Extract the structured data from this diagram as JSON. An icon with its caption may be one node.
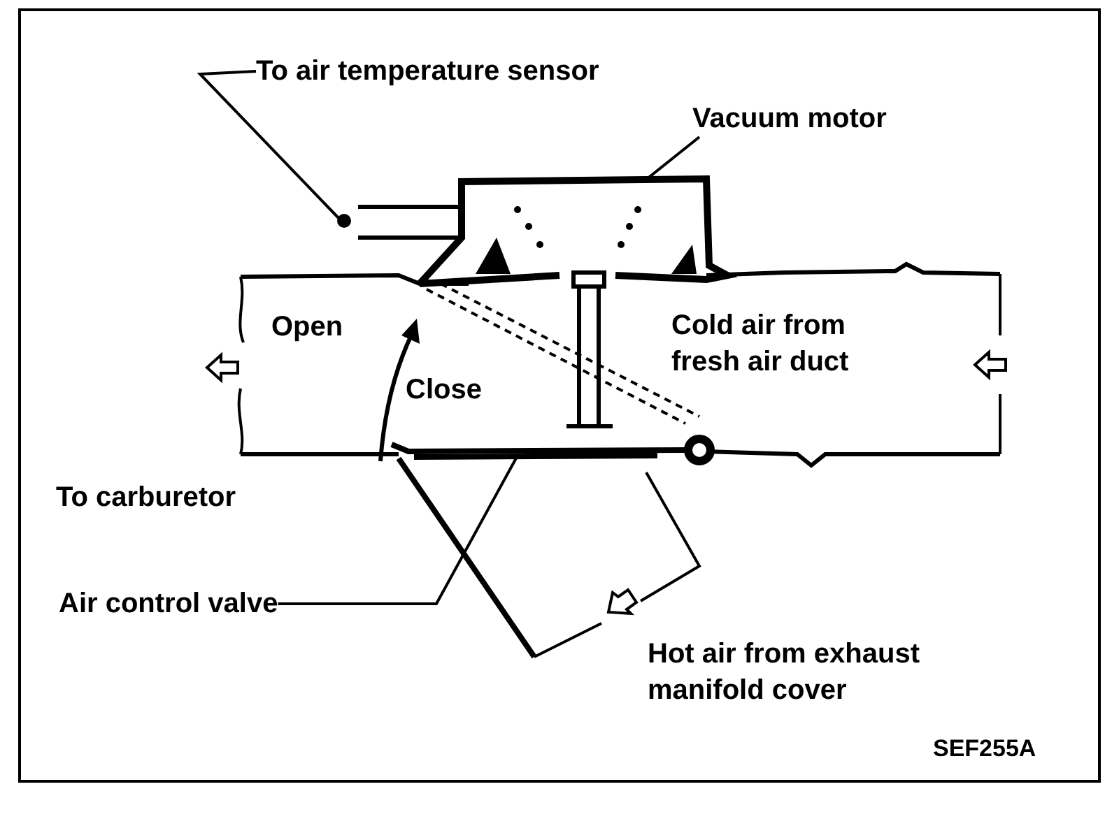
{
  "diagram": {
    "nodes": [
      {
        "text": [
          "To air temperature sensor"
        ]
      },
      {
        "text": [],
        "shape": "bar"
      },
      {
        "text": [
          "Vacuum motor"
        ]
      },
      {
        "text": [],
        "shape": "box"
      },
      {
        "text": [
          "Air control valve"
        ]
      },
      {
        "text": [],
        "shape": "bar"
      }
    ],
    "edges": [
      {
        "from": 0,
        "to": 1,
        "arrow": "none"
      },
      {
        "from": 2,
        "to": 3,
        "arrow": "none"
      },
      {
        "from": 4,
        "to": 5,
        "arrow": "none"
      }
    ],
    "labels": [
      "Open",
      "Close",
      "Cold air from fresh air duct",
      "To carburetor",
      "Hot air from exhaust manifold cover",
      "SEF255A"
    ]
  }
}
